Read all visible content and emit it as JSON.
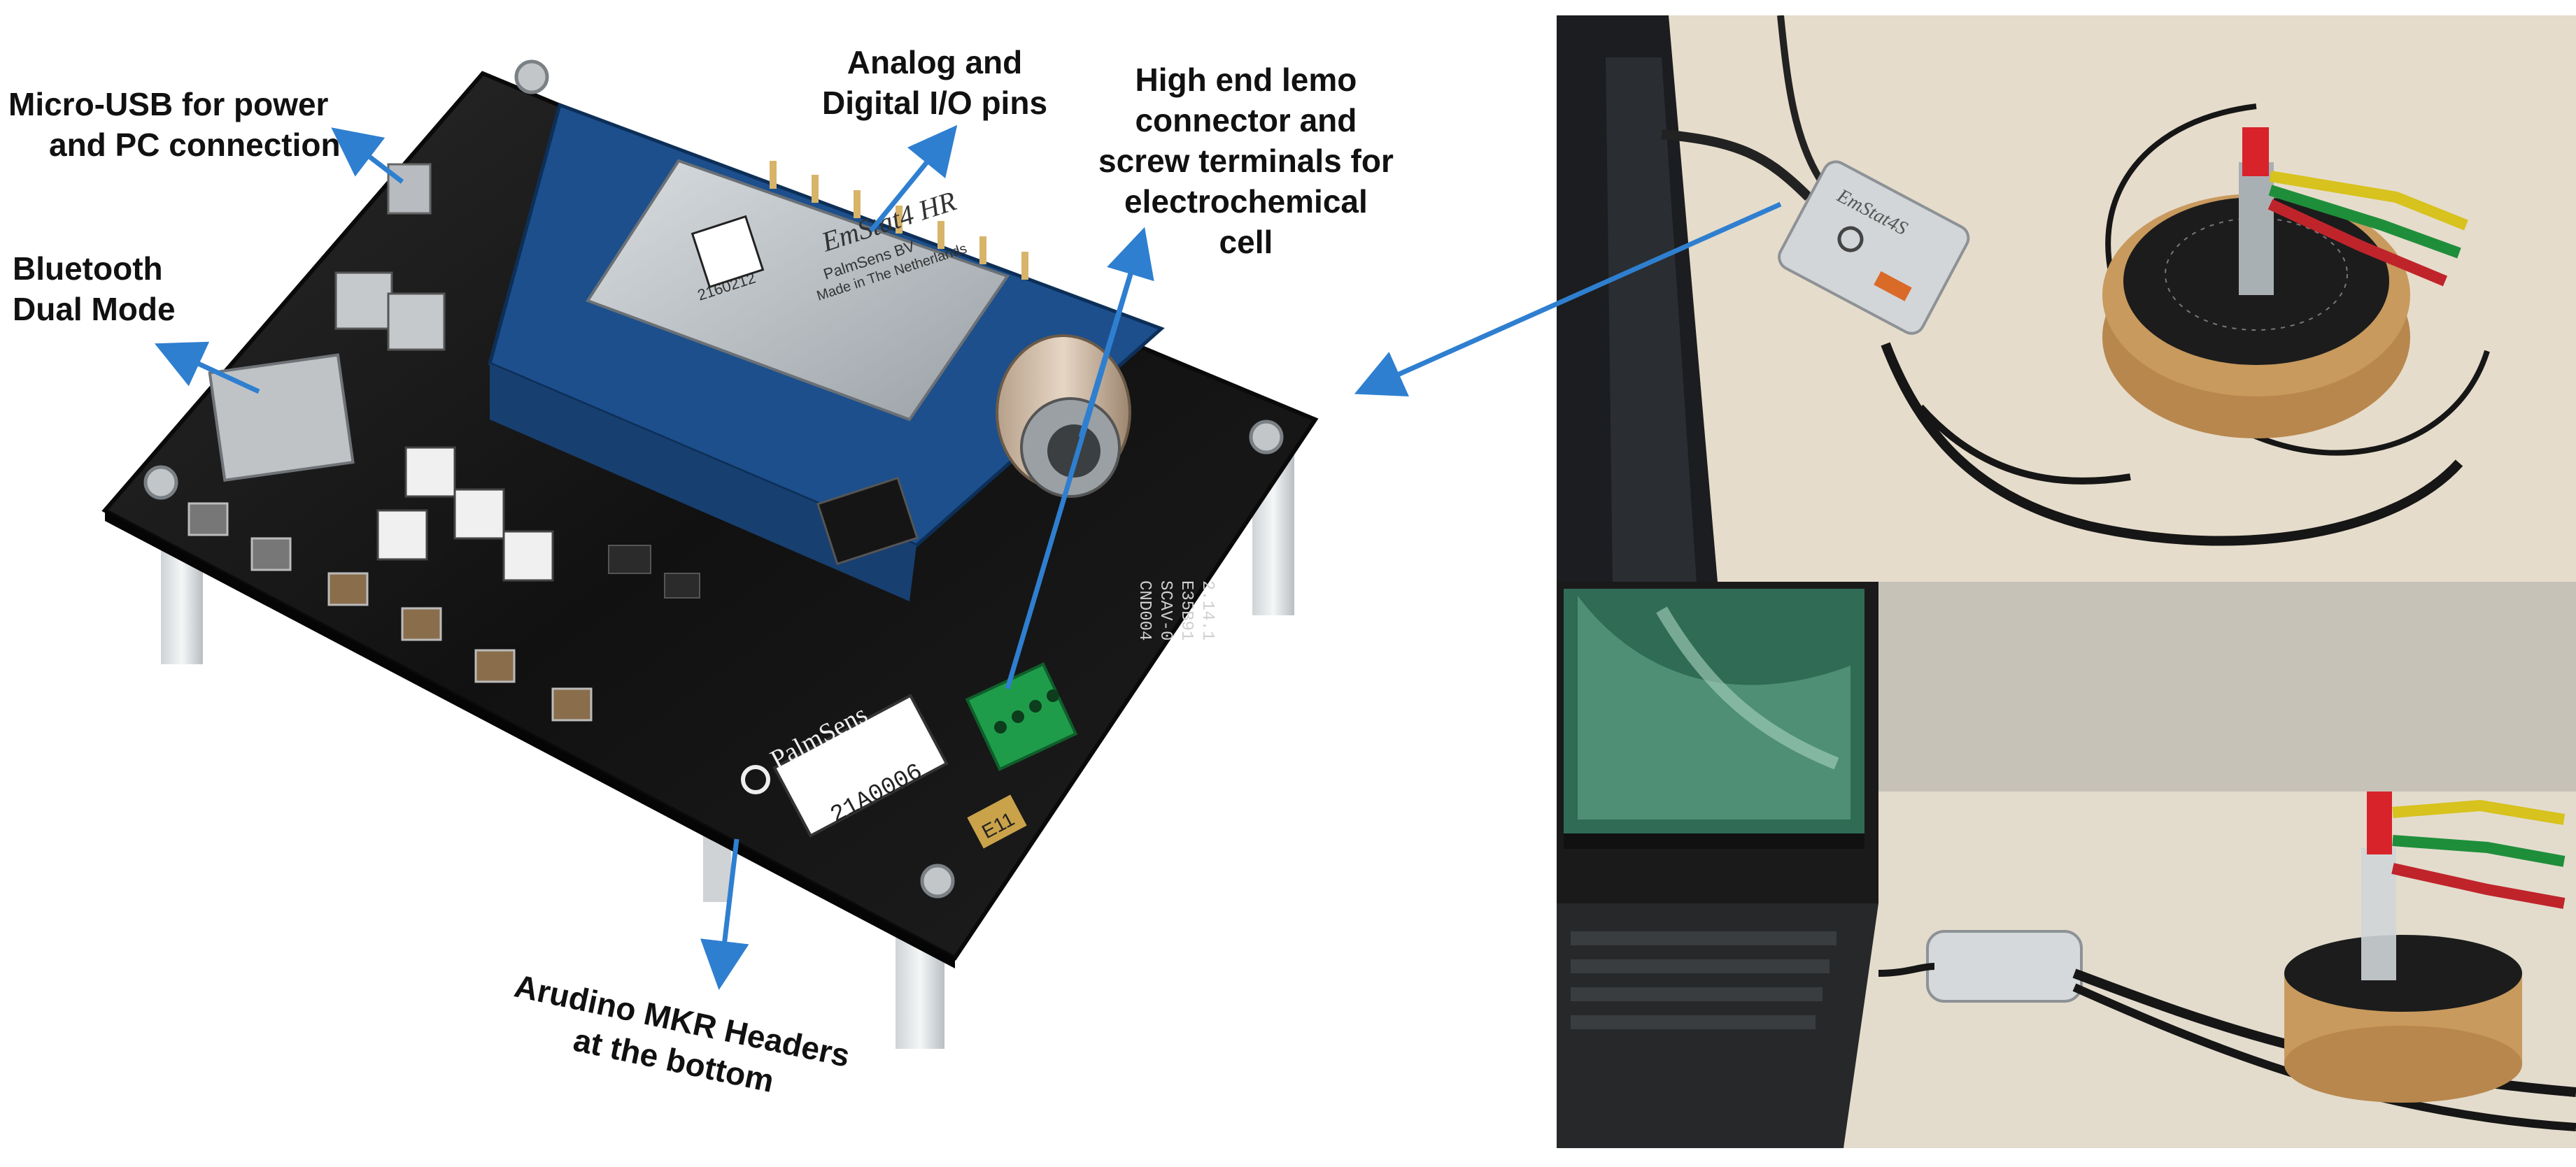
{
  "annotations": {
    "usb": {
      "lines": [
        "Micro-USB for power",
        "and PC connection"
      ]
    },
    "bluetooth": {
      "lines": [
        "Bluetooth",
        "Dual Mode"
      ]
    },
    "io": {
      "lines": [
        "Analog and",
        "Digital I/O pins"
      ]
    },
    "lemo": {
      "lines": [
        "High end lemo",
        "connector and",
        "screw terminals for",
        "electrochemical",
        "cell"
      ]
    },
    "mkr": {
      "lines": [
        "Arudino MKR Headers",
        "at the bottom"
      ]
    }
  },
  "board": {
    "brand": "PalmSens",
    "serial": "21A0006",
    "module_name": "EmStat4 HR",
    "module_maker": "PalmSens BV",
    "module_origin": "Made in The Netherlands",
    "module_code": "2160212",
    "silk_codes": [
      "CND004",
      "SCAV-0",
      "E35B91",
      "2.14.1"
    ],
    "tag": "E11"
  },
  "device": {
    "label": "EmStat4S"
  },
  "colors": {
    "arrow": "#2f7fd0",
    "pcb": "#141414",
    "module_blue": "#1c4f8c",
    "terminal_green": "#1f9c4a",
    "cork": "#c89a5d",
    "desk": "#e6dccb"
  }
}
